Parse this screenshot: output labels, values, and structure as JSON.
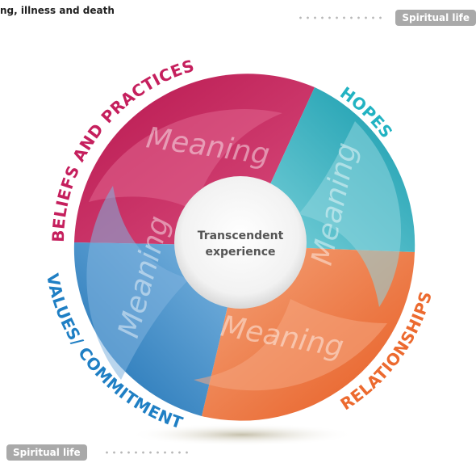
{
  "header": {
    "text": "ng, illness and death",
    "tag": "Spiritual life"
  },
  "footer": {
    "tag": "Spiritual life"
  },
  "diagram": {
    "center_line1": "Transcendent",
    "center_line2": "experience",
    "meaning_word": "Meaning",
    "labels": {
      "beliefs": "BELIEFS AND PRACTICES",
      "hopes": "HOPES",
      "values": "VALUES/ COMMITMENTS",
      "relationships": "RELATIONSHIPS"
    },
    "colors": {
      "beliefs": "#c51f5d",
      "hopes": "#22b3c2",
      "values": "#1f7fc4",
      "relationships": "#ec6a2f"
    }
  }
}
